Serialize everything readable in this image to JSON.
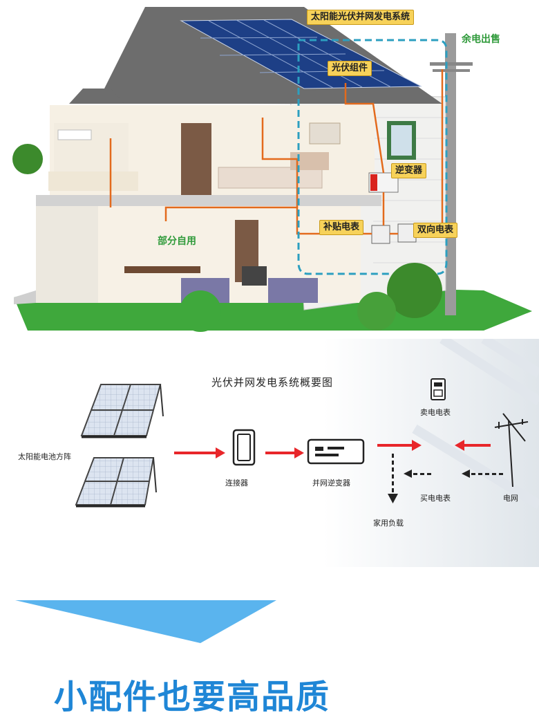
{
  "house": {
    "system_title": "太阳能光伏并网发电系统",
    "surplus_label": "余电出售",
    "pv_module_label": "光伏组件",
    "inverter_label": "逆变器",
    "subsidy_meter_label": "补贴电表",
    "bidirectional_meter_label": "双向电表",
    "self_use_label": "部分自用"
  },
  "schematic": {
    "title": "光伏并网发电系统概要图",
    "solar_array_label": "太阳能电池方阵",
    "connector_label": "连接器",
    "inverter_label": "并网逆变器",
    "sell_meter_label": "卖电电表",
    "buy_meter_label": "买电电表",
    "grid_label": "电网",
    "household_load_label": "家用负载"
  },
  "banner": {
    "slogan": "小配件也要高品质"
  },
  "colors": {
    "accent_blue": "#1f86d6",
    "banner_blue": "#5ab4ee",
    "wire_orange": "#e36a1c",
    "callout_yellow": "#f7d25a",
    "arrow_red": "#e8262a",
    "label_green": "#2f9a3a"
  }
}
